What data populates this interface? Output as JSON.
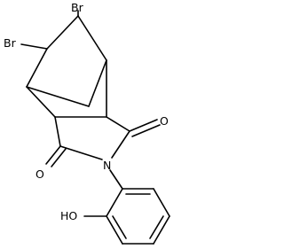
{
  "molecule": {
    "atoms": {
      "br1": "Br",
      "br2": "Br",
      "o1": "O",
      "o2": "O",
      "n": "N",
      "ho": "HO"
    }
  },
  "colors": {
    "background": "#ffffff",
    "bond": "#000000",
    "label": "#000000"
  }
}
